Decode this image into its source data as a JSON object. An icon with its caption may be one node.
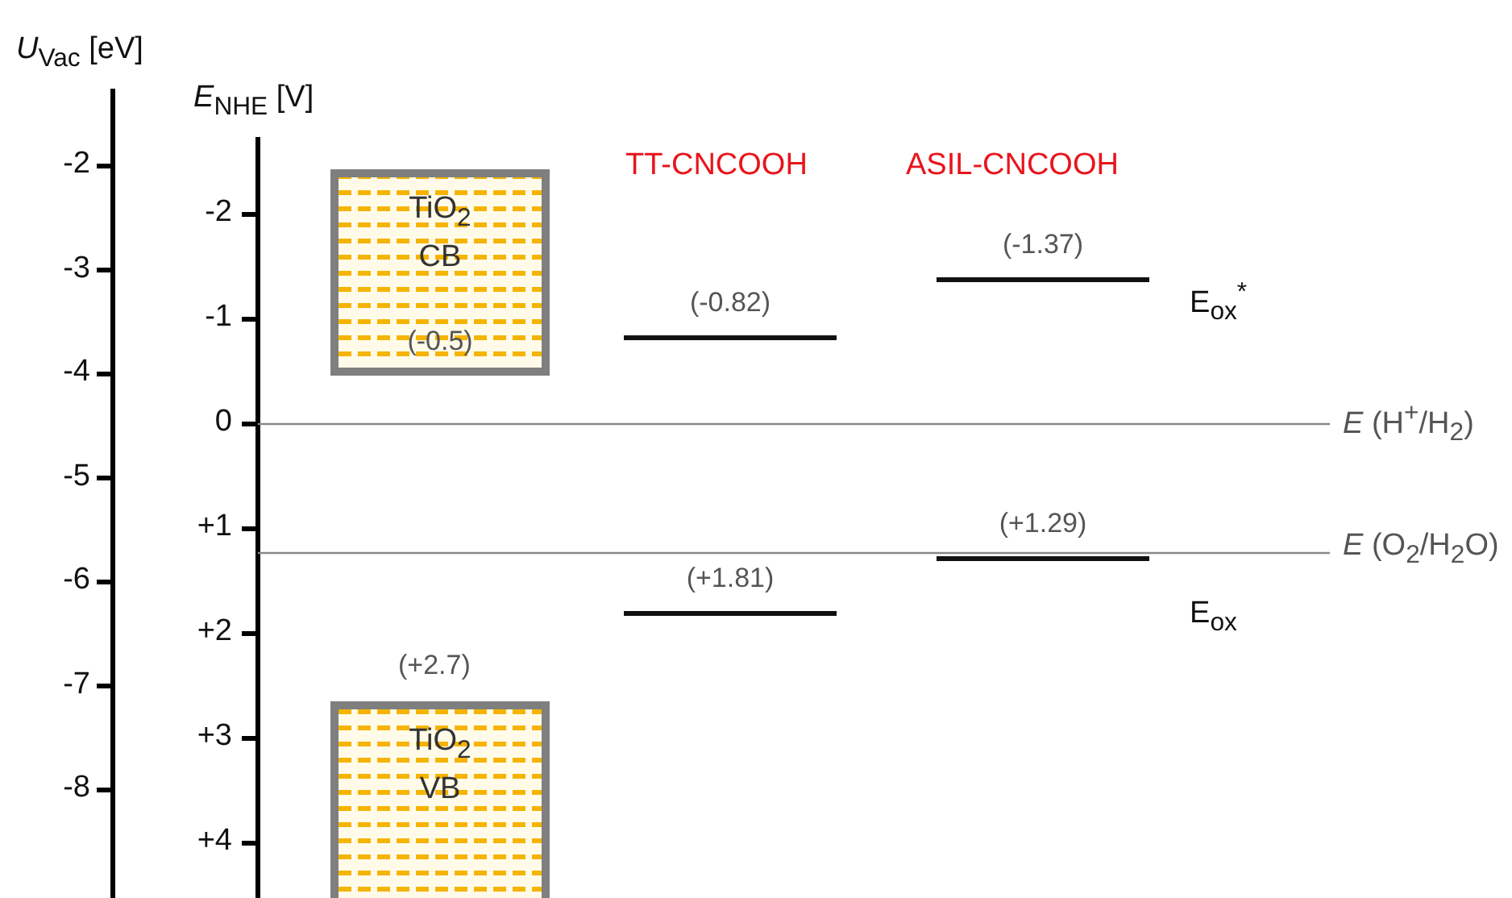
{
  "diagram": {
    "nodes": [
      {
        "text": [
          "TiO$_{2}$ CB",
          "(-0.5)"
        ]
      },
      {
        "text": [
          "TiO$_{2}$ VB"
        ],
        "beside": [
          "(+2.7)"
        ]
      },
      {
        "text": [
          "(-0.82)"
        ]
      },
      {
        "text": [
          "(+1.81)"
        ]
      },
      {
        "text": [
          "(-1.37)"
        ]
      },
      {
        "text": [
          "(+1.29)"
        ]
      }
    ],
    "edges": [],
    "labels": [
      "*U*$_{Vac}$ [eV]",
      "*E*$_{NHE}$ [V]",
      "-2",
      "-3",
      "-4",
      "-5",
      "-6",
      "-7",
      "-8",
      "-2",
      "-1",
      "0",
      "+1",
      "+2",
      "+3",
      "+4",
      "TT-CNCOOH",
      "ASIL-CNCOOH",
      "E$_{ox}$$^{*}$",
      "*E* (H$^{+}$/H$_{2}$)",
      "*E* (O$_{2}$/H$_{2}$O)",
      "E$_{ox}$"
    ]
  }
}
